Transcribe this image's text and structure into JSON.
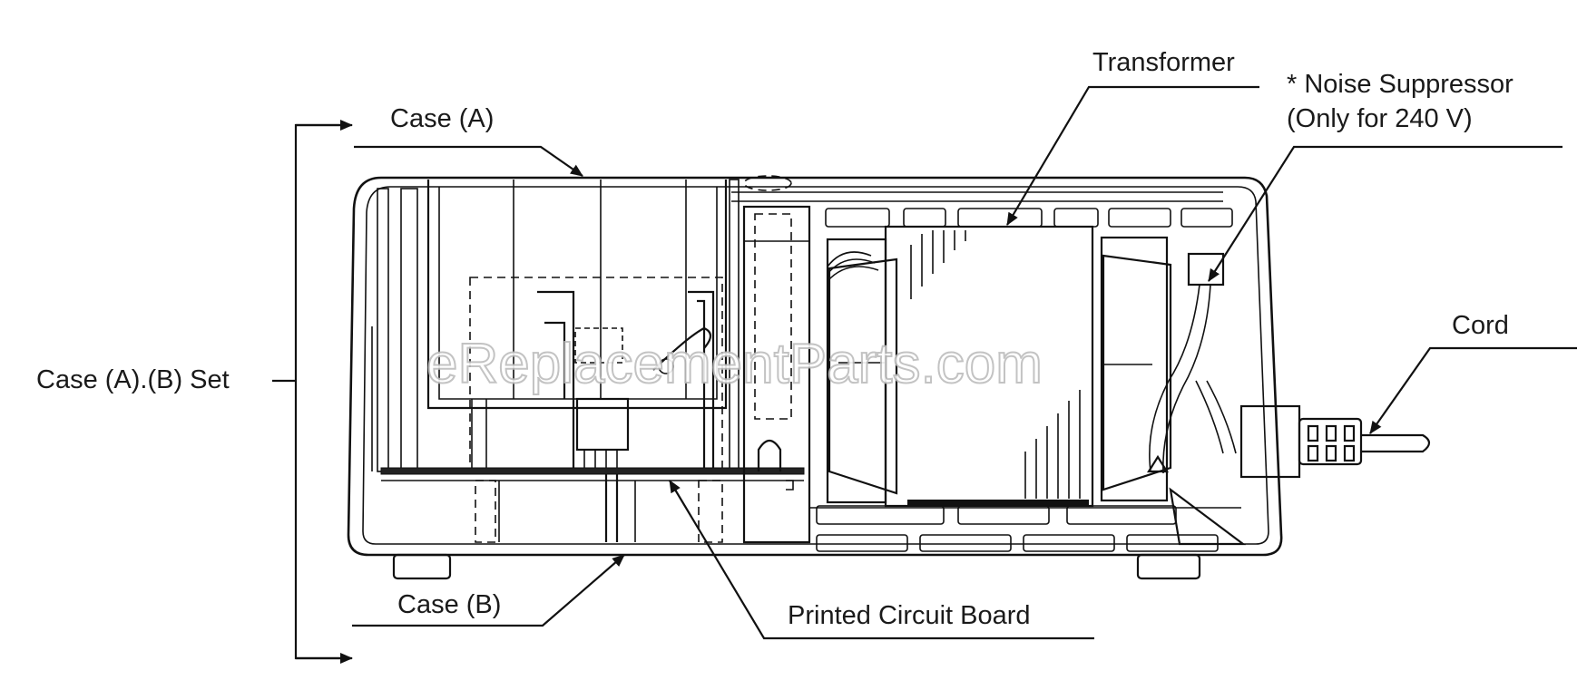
{
  "labels": {
    "transformer": "Transformer",
    "noise_suppressor_line1": "* Noise Suppressor",
    "noise_suppressor_line2": "(Only for 240 V)",
    "case_a": "Case (A)",
    "case_ab_set": "Case (A).(B) Set",
    "cord": "Cord",
    "case_b": "Case (B)",
    "printed_circuit_board": "Printed Circuit Board"
  },
  "watermark": "eReplacementParts.com",
  "colors": {
    "line": "#111111",
    "background": "#ffffff",
    "watermark_outline": "#bdbdbd"
  }
}
